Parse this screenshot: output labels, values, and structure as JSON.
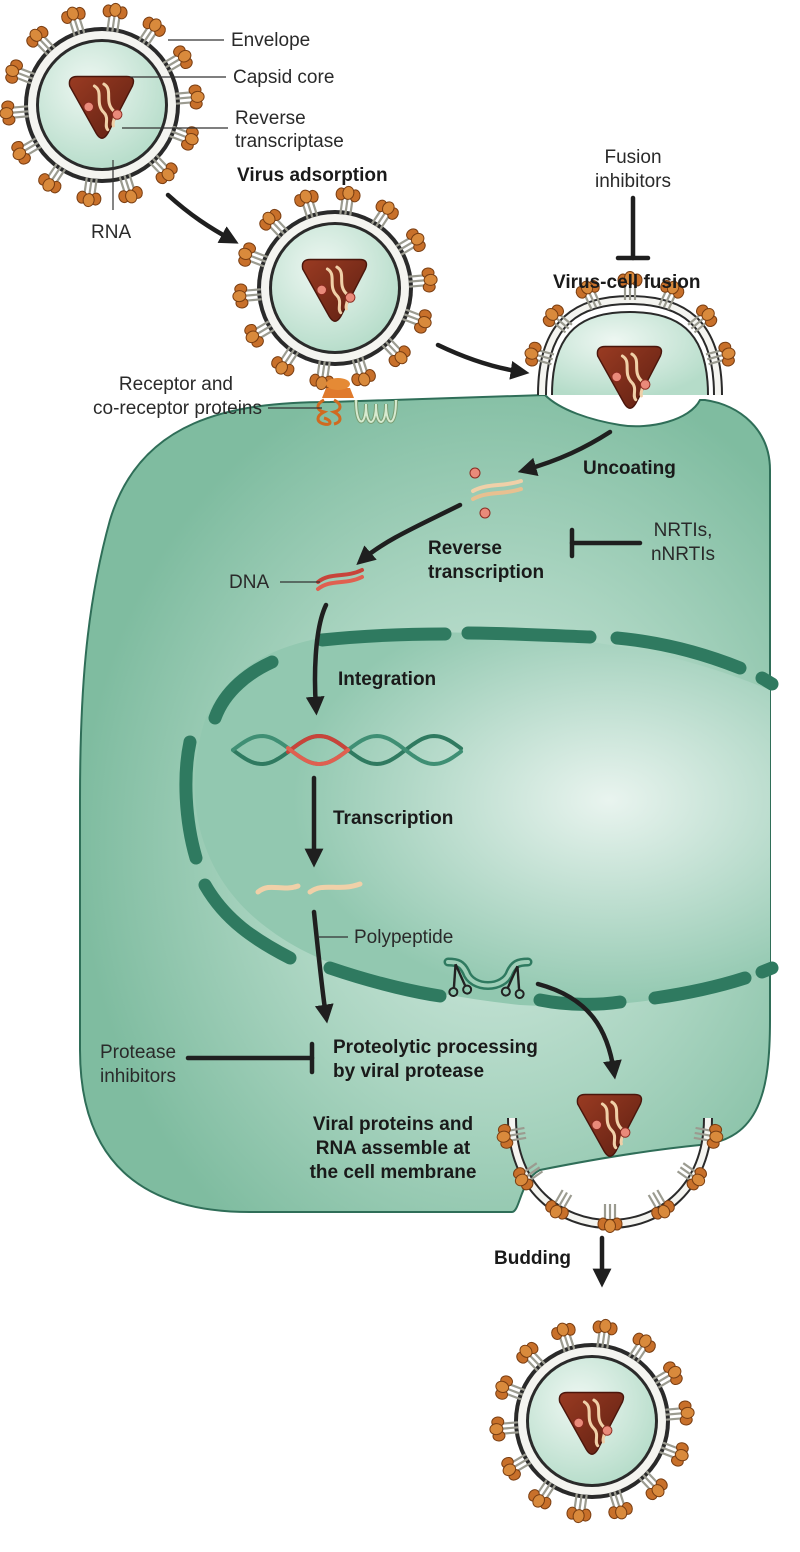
{
  "labels": {
    "envelope": "Envelope",
    "capsid_core": "Capsid core",
    "reverse_transcriptase_1": "Reverse",
    "reverse_transcriptase_2": "transcriptase",
    "rna": "RNA",
    "virus_adsorption": "Virus adsorption",
    "fusion_inhibitors_1": "Fusion",
    "fusion_inhibitors_2": "inhibitors",
    "virus_cell_fusion": "Virus-cell fusion",
    "receptor_1": "Receptor and",
    "receptor_2": "co-receptor proteins",
    "uncoating": "Uncoating",
    "reverse_transcription_1": "Reverse",
    "reverse_transcription_2": "transcription",
    "nrtis_1": "NRTIs,",
    "nrtis_2": "nNRTIs",
    "dna": "DNA",
    "integration": "Integration",
    "transcription": "Transcription",
    "polypeptide": "Polypeptide",
    "protease_inhibitors_1": "Protease",
    "protease_inhibitors_2": "inhibitors",
    "proteolytic_1": "Proteolytic processing",
    "proteolytic_2": "by viral protease",
    "assemble_1": "Viral proteins and",
    "assemble_2": "RNA assemble at",
    "assemble_3": "the cell membrane",
    "budding": "Budding"
  },
  "colors": {
    "cell_fill": "#8ec6ae",
    "cell_stroke": "#2f6e58",
    "nucleus_stroke": "#2f7a60",
    "virus_fill": "#cfe8dc",
    "capsid": "#7a2a18",
    "spike_head": "#c8702a",
    "rna_strand": "#f0d0a8",
    "dna_red": "#c8443a",
    "arrow": "#1f1f1f"
  },
  "icons": [
    "virion-icon",
    "capsid-icon",
    "scissors-icon",
    "dna-helix-icon",
    "receptor-icon"
  ]
}
